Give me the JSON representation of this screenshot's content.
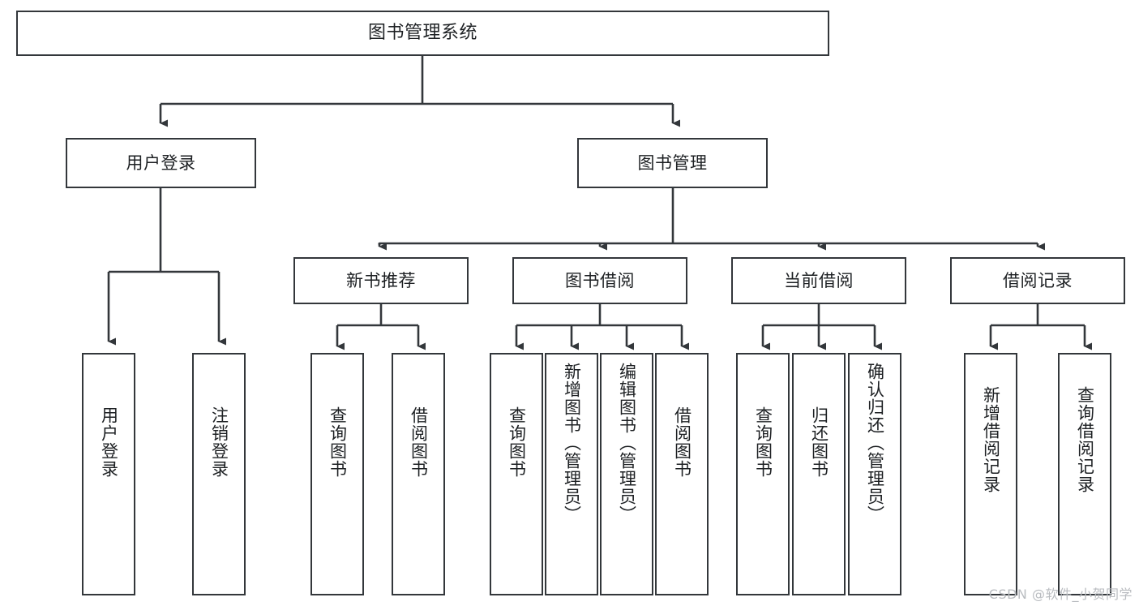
{
  "diagram": {
    "title": "图书管理系统",
    "type": "tree-hierarchy",
    "colors": {
      "box_border": "#33373b",
      "box_fill": "#ffffff",
      "edge": "#33373b",
      "text": "#1d2023",
      "watermark": "#b9bcc0",
      "background": "#ffffff"
    },
    "nodes": {
      "root": {
        "label": "图书管理系统"
      },
      "level2": [
        {
          "id": "user-login",
          "label": "用户登录"
        },
        {
          "id": "book-manage",
          "label": "图书管理"
        }
      ],
      "level3": [
        {
          "id": "new-book-recommend",
          "label": "新书推荐"
        },
        {
          "id": "book-borrow",
          "label": "图书借阅"
        },
        {
          "id": "current-borrow",
          "label": "当前借阅"
        },
        {
          "id": "borrow-record",
          "label": "借阅记录"
        }
      ],
      "leaves": {
        "user-login": [
          {
            "id": "leaf-user-login",
            "label": "用户登录"
          },
          {
            "id": "leaf-user-logout",
            "label": "注销登录"
          }
        ],
        "new-book-recommend": [
          {
            "id": "leaf-query-book-1",
            "label": "查询图书"
          },
          {
            "id": "leaf-borrow-book-1",
            "label": "借阅图书"
          }
        ],
        "book-borrow": [
          {
            "id": "leaf-query-book-2",
            "label": "查询图书"
          },
          {
            "id": "leaf-add-book",
            "label": "新增图书（管理员）"
          },
          {
            "id": "leaf-edit-book",
            "label": "编辑图书（管理员）"
          },
          {
            "id": "leaf-borrow-book-2",
            "label": "借阅图书"
          }
        ],
        "current-borrow": [
          {
            "id": "leaf-query-book-3",
            "label": "查询图书"
          },
          {
            "id": "leaf-return-book",
            "label": "归还图书"
          },
          {
            "id": "leaf-confirm-return",
            "label": "确认归还（管理员）"
          }
        ],
        "borrow-record": [
          {
            "id": "leaf-add-record",
            "label": "新增借阅记录"
          },
          {
            "id": "leaf-query-record",
            "label": "查询借阅记录"
          }
        ]
      }
    },
    "watermark": "CSDN @软件_小贺同学"
  }
}
